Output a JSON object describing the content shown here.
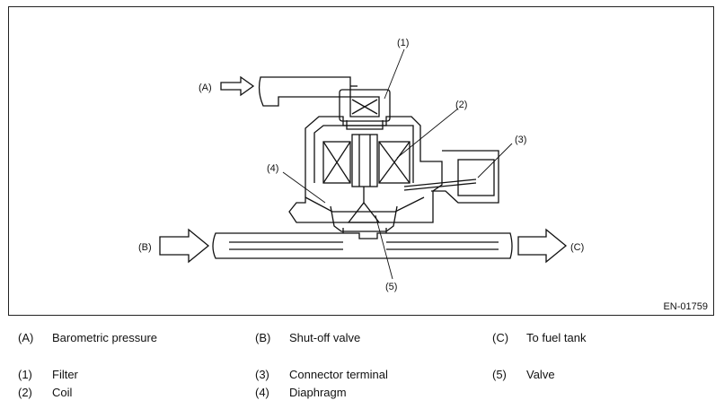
{
  "figure": {
    "code": "EN-01759",
    "callouts": {
      "A": "(A)",
      "B": "(B)",
      "C": "(C)",
      "n1": "(1)",
      "n2": "(2)",
      "n3": "(3)",
      "n4": "(4)",
      "n5": "(5)"
    }
  },
  "legend": [
    {
      "key": "(A)",
      "text": "Barometric pressure"
    },
    {
      "key": "(B)",
      "text": "Shut-off valve"
    },
    {
      "key": "(C)",
      "text": "To fuel tank"
    },
    {
      "key": "(1)",
      "text": "Filter"
    },
    {
      "key": "(3)",
      "text": "Connector terminal"
    },
    {
      "key": "(5)",
      "text": "Valve"
    },
    {
      "key": "(2)",
      "text": "Coil"
    },
    {
      "key": "(4)",
      "text": "Diaphragm"
    }
  ]
}
